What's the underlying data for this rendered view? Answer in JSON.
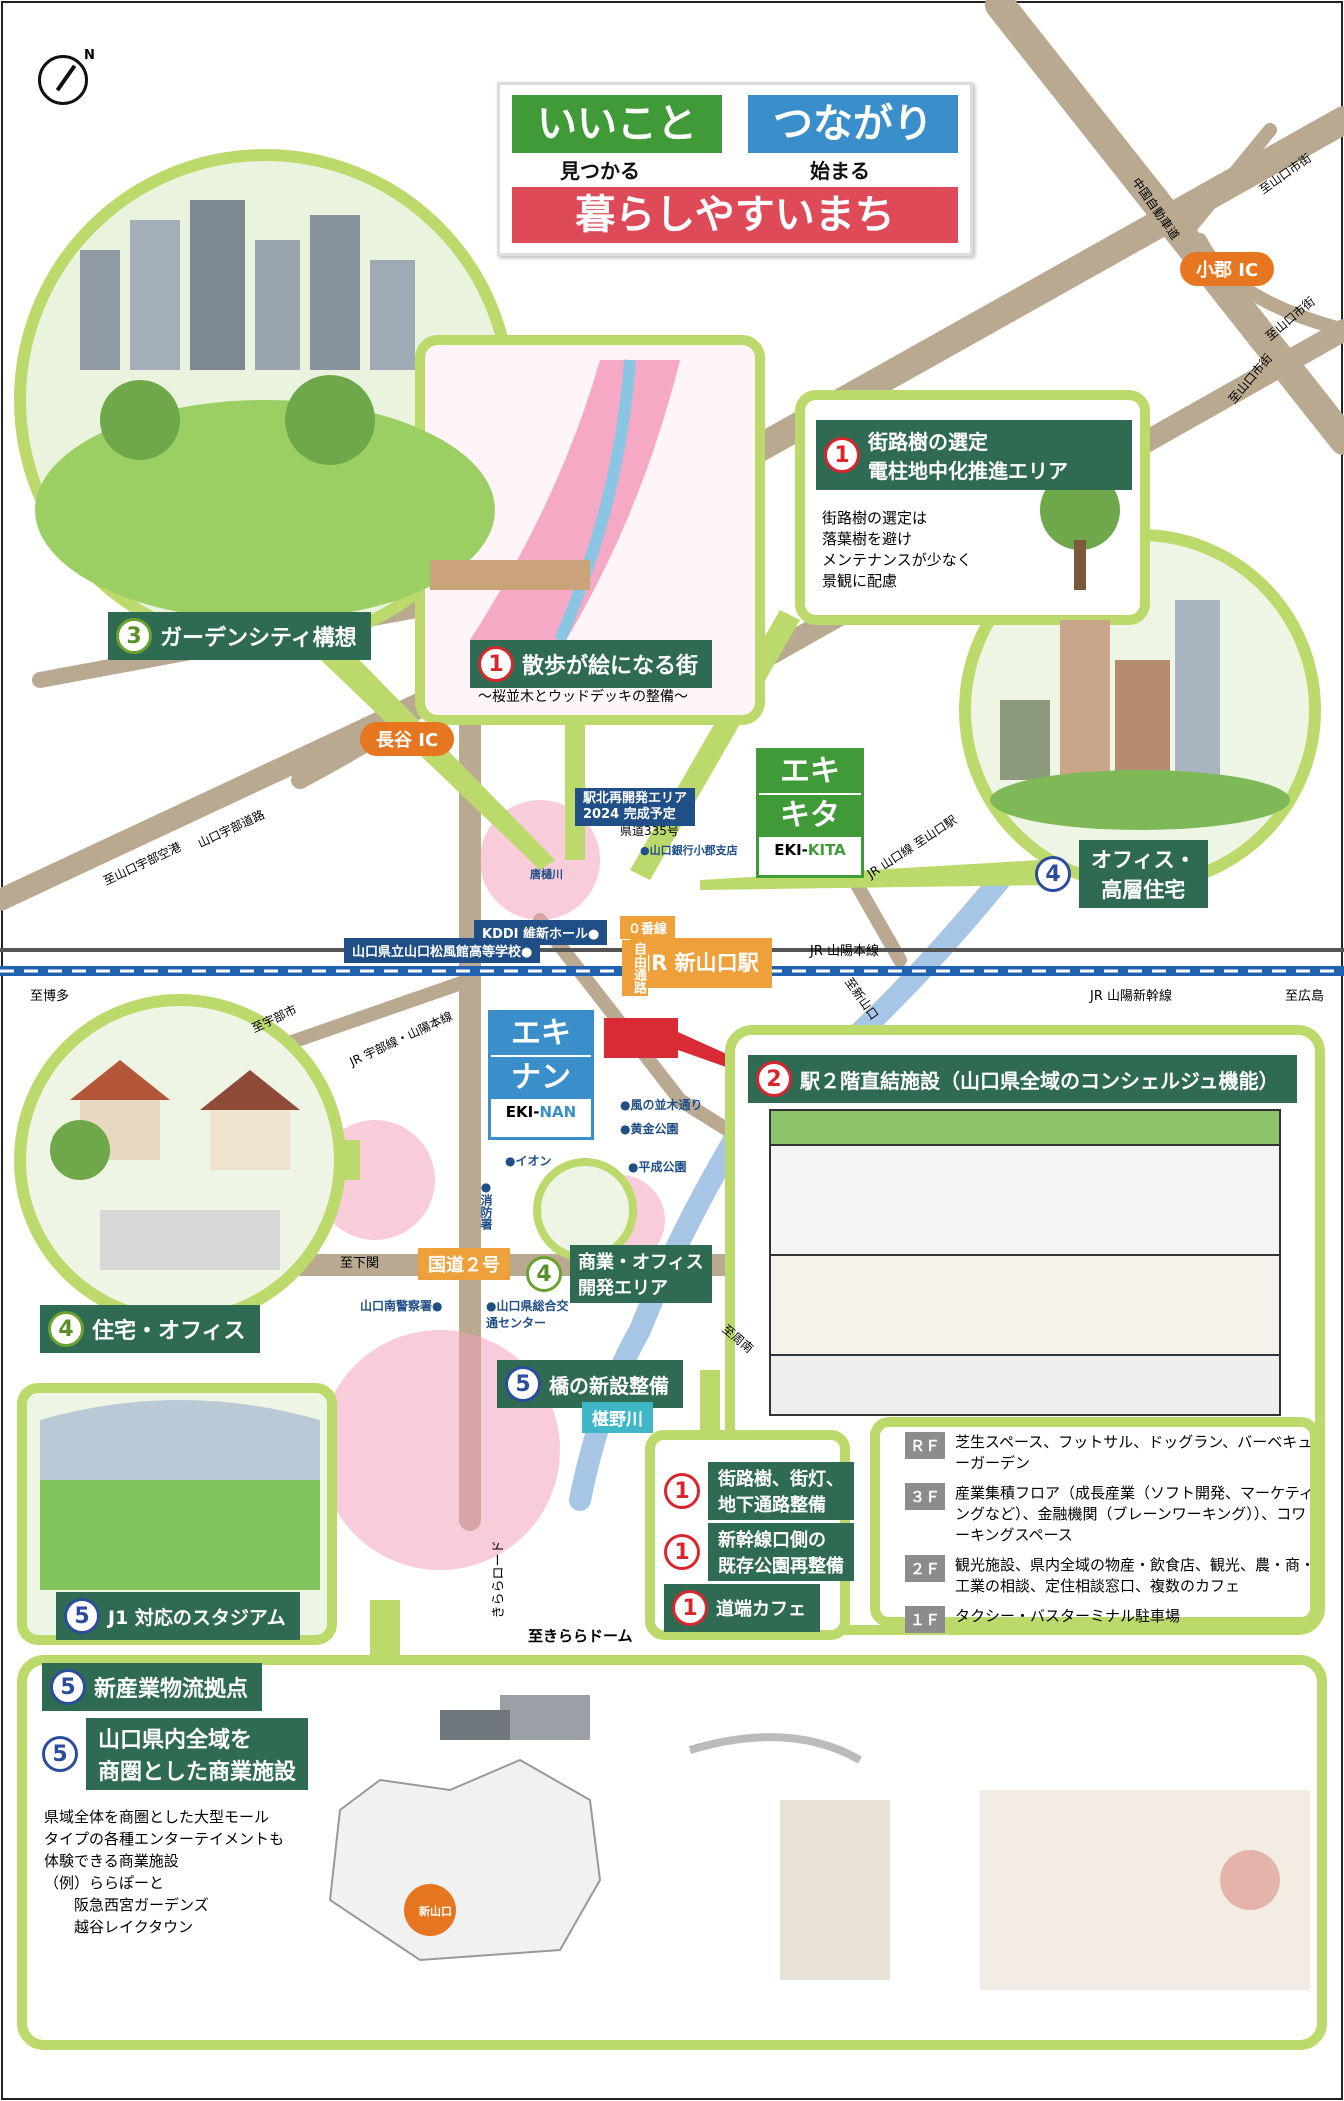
{
  "title": {
    "part1": "いいこと",
    "part1_sub": "見つかる",
    "part2": "つながり",
    "part2_sub": "始まる",
    "main": "暮らしやすいまち"
  },
  "colors": {
    "green": "#3f9a37",
    "blue": "#3a8fcb",
    "red": "#de4a57",
    "panel": "#2f6b52",
    "frame": "#bcd96b",
    "rail": "#1f63b0"
  },
  "compass": {
    "label": "N",
    "icon": "compass-arrow-icon"
  },
  "interchanges": [
    "小郡 IC",
    "長谷 IC"
  ],
  "road_labels": [
    "至山口市街",
    "中国自動車道",
    "至山口市街",
    "至山口市街",
    "至山口宇部空港",
    "山口宇部道路",
    "至博多",
    "至宇部市",
    "JR 宇部線・山陽本線",
    "JR 山陽本線",
    "JR 山陽新幹線",
    "至広島",
    "至下関",
    "至周南",
    "至新山口",
    "至きららドーム",
    "きららロード",
    "県道335号",
    "JR 山口線 至山口駅"
  ],
  "callouts": {
    "c1_tree": {
      "num": "1",
      "title_line1": "街路樹の選定",
      "title_line2": "電柱地中化推進エリア",
      "desc": [
        "街路樹の選定は",
        "落葉樹を避け",
        "メンテナンスが少なく",
        "景観に配慮"
      ]
    },
    "c1_walk": {
      "num": "1",
      "title": "散歩が絵になる街",
      "sub": "〜桜並木とウッドデッキの整備〜"
    },
    "c3_garden": {
      "num": "3",
      "title": "ガーデンシティ構想"
    },
    "c4_office_high": {
      "num": "4",
      "title_line1": "オフィス・",
      "title_line2": "高層住宅"
    },
    "c2_station": {
      "num": "2",
      "title": "駅２階直結施設（山口県全域のコンシェルジュ機能）"
    },
    "c4_home_office": {
      "num": "4",
      "title": "住宅・オフィス"
    },
    "c4_commerce": {
      "num": "4",
      "title_line1": "商業・オフィス",
      "title_line2": "開発エリア"
    },
    "c5_bridge": {
      "num": "5",
      "title": "橋の新設整備"
    },
    "c1_street": {
      "num": "1",
      "title_line1": "街路樹、街灯、",
      "title_line2": "地下通路整備"
    },
    "c1_park": {
      "num": "1",
      "title_line1": "新幹線口側の",
      "title_line2": "既存公園再整備"
    },
    "c1_cafe": {
      "num": "1",
      "title": "道端カフェ"
    },
    "c5_stadium": {
      "num": "5",
      "title": "J1 対応のスタジアム"
    },
    "c5_logistics": {
      "num": "5",
      "title": "新産業物流拠点"
    },
    "c5_commercial": {
      "num": "5",
      "title_line1": "山口県内全域を",
      "title_line2": "商圏とした商業施設",
      "desc": [
        "県域全体を商圏とした大型モール",
        "タイプの各種エンターテイメントも",
        "体験できる商業施設",
        "（例）ららぽーと",
        "　　阪急西宮ガーデンズ",
        "　　越谷レイクタウン"
      ],
      "map_center": "新山口"
    }
  },
  "station": {
    "name": "JR 新山口駅",
    "kita": {
      "line1": "エキ",
      "line2": "キタ",
      "roman_a": "EKI-",
      "roman_b": "KITA"
    },
    "nan": {
      "line1": "エキ",
      "line2": "ナン",
      "roman_a": "EKI-",
      "roman_b": "NAN"
    },
    "exit_0": "０番線",
    "free_passage": "自由通路"
  },
  "place_labels": {
    "north_redev": [
      "駅北再開発エリア",
      "2024 完成予定"
    ],
    "kddi": "KDDI 維新ホール●",
    "school": "山口県立山口松風館高等学校●",
    "yamaguchi_bank": "●山口銀行小郡支店",
    "karahi": "唐樋川",
    "kaze": "●風の並木通り",
    "kogane": "●黄金公園",
    "heisei": "●平成公園",
    "aeon": "●イオン",
    "fire": "●消防署",
    "police": "山口南警察署●",
    "traffic": "●山口県総合交通センター",
    "route2": "国道２号",
    "river": "椹野川",
    "dome": "至きららドーム"
  },
  "floors": [
    {
      "floor": "ＲＦ",
      "text": "芝生スペース、フットサル、ドッグラン、バーベキューガーデン"
    },
    {
      "floor": "３Ｆ",
      "text": "産業集積フロア（成長産業（ソフト開発、マーケティングなど）、金融機関（ブレーンワーキング））、コワーキングスペース"
    },
    {
      "floor": "２Ｆ",
      "text": "観光施設、県内全域の物産・飲食店、観光、農・商・工業の相談、定住相談窓口、複数のカフェ"
    },
    {
      "floor": "１Ｆ",
      "text": "タクシー・バスターミナル駐車場"
    }
  ]
}
